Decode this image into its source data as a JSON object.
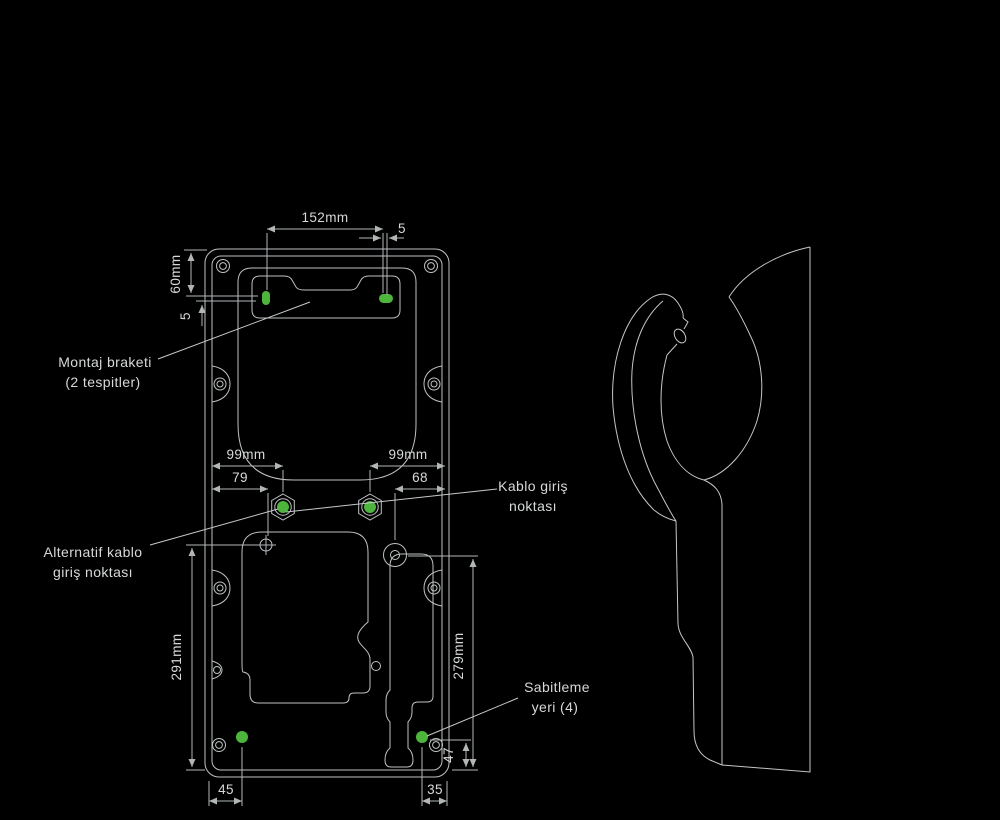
{
  "page": {
    "background": "#000000"
  },
  "colors": {
    "line": "#bfc2c3",
    "dimension_line": "#b3b6b7",
    "text": "#d7d9da",
    "accent_green": "#4db53c"
  },
  "back_plate_view": {
    "dimensions": {
      "bracket_slot_span": "152mm",
      "bracket_slot_offset": "5",
      "top_to_slot": "60mm",
      "slot_drop": "5",
      "left_edge_to_entry": "99mm",
      "entry_to_right_edge": "99mm",
      "left_edge_to_pilot": "79",
      "rear_entry_to_right_edge": "68",
      "left_fixing_height": "291mm",
      "right_fixing_height": "279mm",
      "fixing_to_bottom": "47",
      "bottom_left_offset": "45",
      "bottom_right_offset": "35"
    },
    "labels": {
      "mounting_bracket": [
        "Montaj braketi",
        "(2 tespitler)"
      ],
      "cable_entry": [
        "Kablo giriş",
        "noktası"
      ],
      "alt_cable_entry": [
        "Alternatif kablo",
        "giriş noktası"
      ],
      "fixing_points": [
        "Sabitleme",
        "yeri (4)"
      ]
    }
  }
}
